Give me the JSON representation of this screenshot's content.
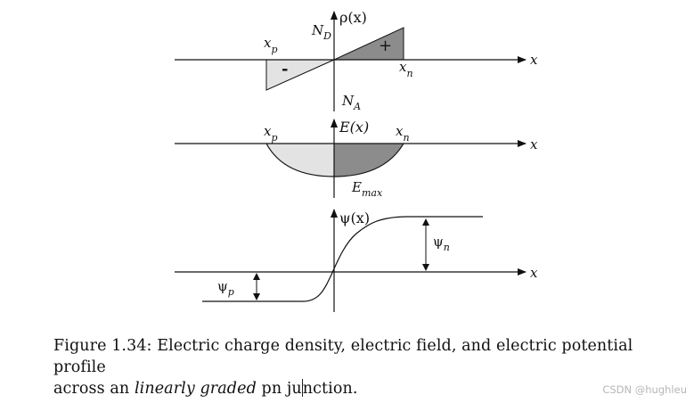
{
  "figure": {
    "panel_charge": {
      "axis_label": "ρ(x)",
      "x_label": "x",
      "n_label": "N",
      "n_sub": "D",
      "a_label": "N",
      "a_sub": "A",
      "xp_label": "x",
      "xp_sub": "p",
      "xn_label": "x",
      "xn_sub": "n",
      "minus_sign": "-",
      "plus_sign": "+"
    },
    "panel_field": {
      "axis_label": "E(x)",
      "x_label": "x",
      "xp_label": "x",
      "xp_sub": "p",
      "xn_label": "x",
      "xn_sub": "n",
      "emax_label": "E",
      "emax_sub": "max"
    },
    "panel_potential": {
      "axis_label": "ψ(x)",
      "x_label": "x",
      "psi_n_label": "ψ",
      "psi_n_sub": "n",
      "psi_p_label": "ψ",
      "psi_p_sub": "p"
    }
  },
  "caption": {
    "line1": "Figure 1.34: Electric charge density, electric field, and electric potential profile",
    "line2_prefix": "across an ",
    "line2_emph": "linearly graded",
    "line2_mid": " pn ju",
    "line2_suffix": "nction."
  },
  "watermark": "CSDN @hughleu",
  "colors": {
    "negative_fill": "#e3e3e3",
    "positive_fill": "#8c8c8c",
    "axis": "#111111"
  }
}
